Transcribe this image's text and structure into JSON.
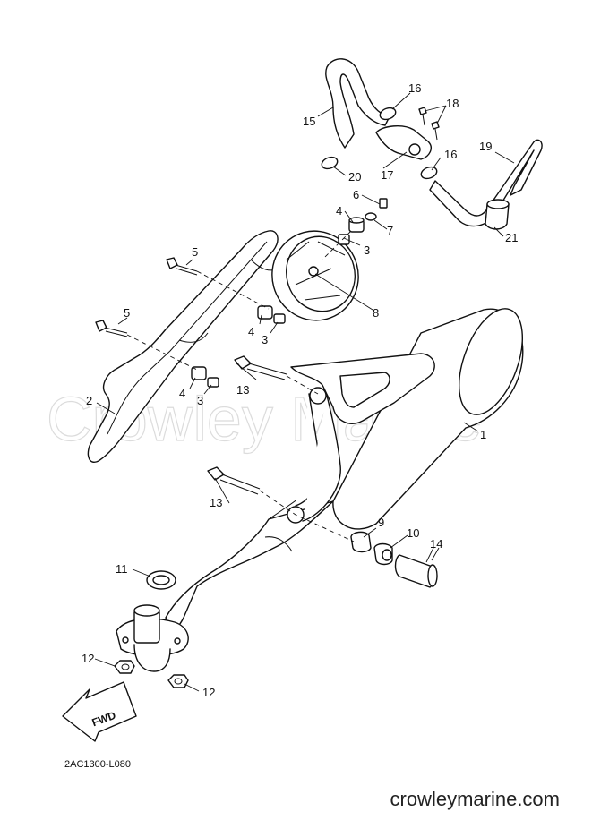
{
  "watermark": "Crowley Marine",
  "diagram_code": "2AC1300-L080",
  "site": "crowleymarine.com",
  "fwd_label": "FWD",
  "callouts": {
    "c1": "1",
    "c2": "2",
    "c3a": "3",
    "c3b": "3",
    "c3c": "3",
    "c4a": "4",
    "c4b": "4",
    "c4c": "4",
    "c5a": "5",
    "c5b": "5",
    "c6": "6",
    "c7": "7",
    "c8": "8",
    "c9": "9",
    "c10": "10",
    "c11": "11",
    "c12a": "12",
    "c12b": "12",
    "c13a": "13",
    "c13b": "13",
    "c14": "14",
    "c15": "15",
    "c16a": "16",
    "c16b": "16",
    "c17": "17",
    "c18": "18",
    "c19": "19",
    "c20": "20",
    "c21": "21"
  }
}
